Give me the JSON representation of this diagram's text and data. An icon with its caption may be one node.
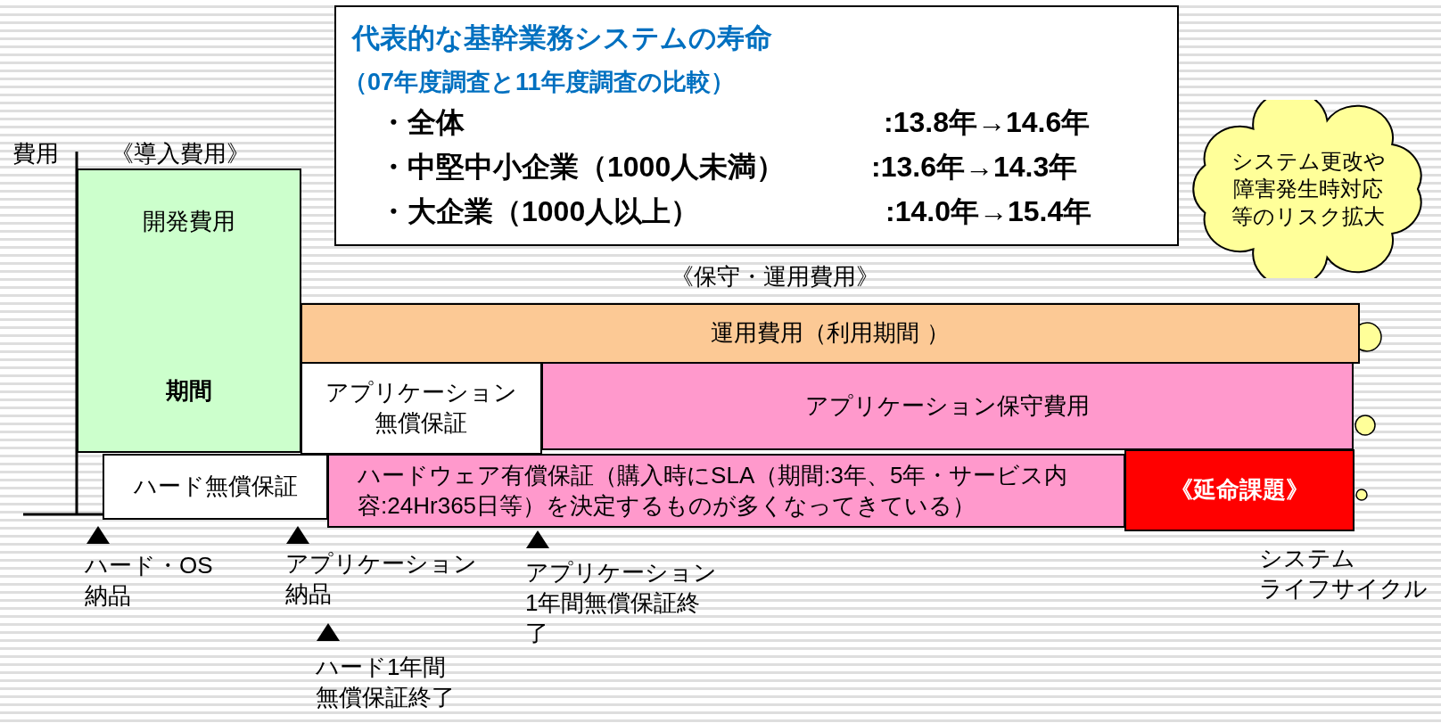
{
  "diagram": {
    "nodes": [
      {
        "text": [
          "代表的な基幹業務システムの寿命",
          "（07年度調査と11年度調査の比較）",
          "・全体",
          ":13.8年→14.6年",
          "・中堅中小企業（1000人未満）",
          ":13.6年→14.3年",
          "・大企業（1000人以上）",
          ":14.0年→15.4年"
        ]
      },
      {
        "text": [
          "システム更改や障害発生時対応等のリスク拡大"
        ]
      },
      {
        "text": [
          "開発費用",
          "期間"
        ]
      },
      {
        "text": [
          "運用費用（利用期間 ）"
        ]
      },
      {
        "text": [
          "アプリケーション無償保証"
        ]
      },
      {
        "text": [
          "アプリケーション保守費用"
        ]
      },
      {
        "text": [
          "ハード無償保証"
        ]
      },
      {
        "text": [
          "ハードウェア有償保証（購入時にSLA（期間:3年、5年・サービス内容:24Hr365日等）を決定するものが多くなってきている）"
        ]
      },
      {
        "text": [
          "《延命課題》"
        ]
      }
    ],
    "labels": [
      "費用",
      "《導入費用》",
      "《保守・運用費用》",
      "ハード・OS納品",
      "アプリケーション納品",
      "アプリケーション1年間無償保証終了",
      "システムライフサイクル",
      "ハード1年間無償保証終了"
    ]
  }
}
